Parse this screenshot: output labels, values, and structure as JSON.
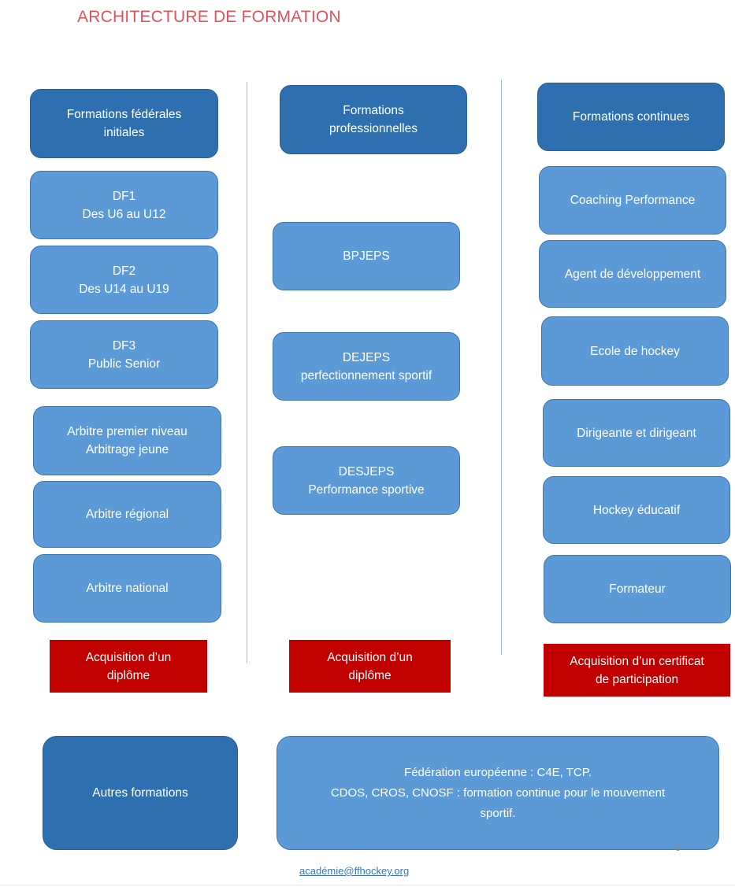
{
  "title": "ARCHITECTURE DE FORMATION",
  "columns": {
    "initial": {
      "header": [
        "Formations fédérales",
        "initiales"
      ],
      "items": [
        [
          "DF1",
          "Des U6 au U12"
        ],
        [
          "DF2",
          "Des U14 au U19"
        ],
        [
          "DF3",
          "Public Senior"
        ],
        [
          "Arbitre premier niveau",
          "Arbitrage jeune"
        ],
        [
          "Arbitre régional"
        ],
        [
          "Arbitre national"
        ]
      ],
      "outcome": [
        "Acquisition d’un",
        "diplôme"
      ]
    },
    "professional": {
      "header": [
        "Formations",
        "professionnelles"
      ],
      "items": [
        [
          "BPJEPS"
        ],
        [
          "DEJEPS",
          "perfectionnement sportif"
        ],
        [
          "DESJEPS",
          "Performance sportive"
        ]
      ],
      "outcome": [
        "Acquisition d’un",
        "diplôme"
      ]
    },
    "continuing": {
      "header": [
        "Formations continues"
      ],
      "items": [
        [
          "Coaching Performance"
        ],
        [
          "Agent de développement"
        ],
        [
          "Ecole de hockey"
        ],
        [
          "Dirigeante et dirigeant"
        ],
        [
          "Hockey éducatif"
        ],
        [
          "Formateur"
        ]
      ],
      "outcome": [
        "Acquisition d’un certificat",
        "de participation"
      ]
    }
  },
  "other": {
    "label": "Autres formations",
    "details": [
      "Fédération européenne : C4E, TCP.",
      "CDOS, CROS, CNOSF : formation continue pour le mouvement",
      "sportif."
    ]
  },
  "footer": {
    "email": "académie@ffhockey.org",
    "page_number": "6"
  },
  "colors": {
    "title": "#e0535d",
    "header_box": "#2e6fb0",
    "item_box": "#5b9ad6",
    "outcome_box": "#c10000"
  }
}
